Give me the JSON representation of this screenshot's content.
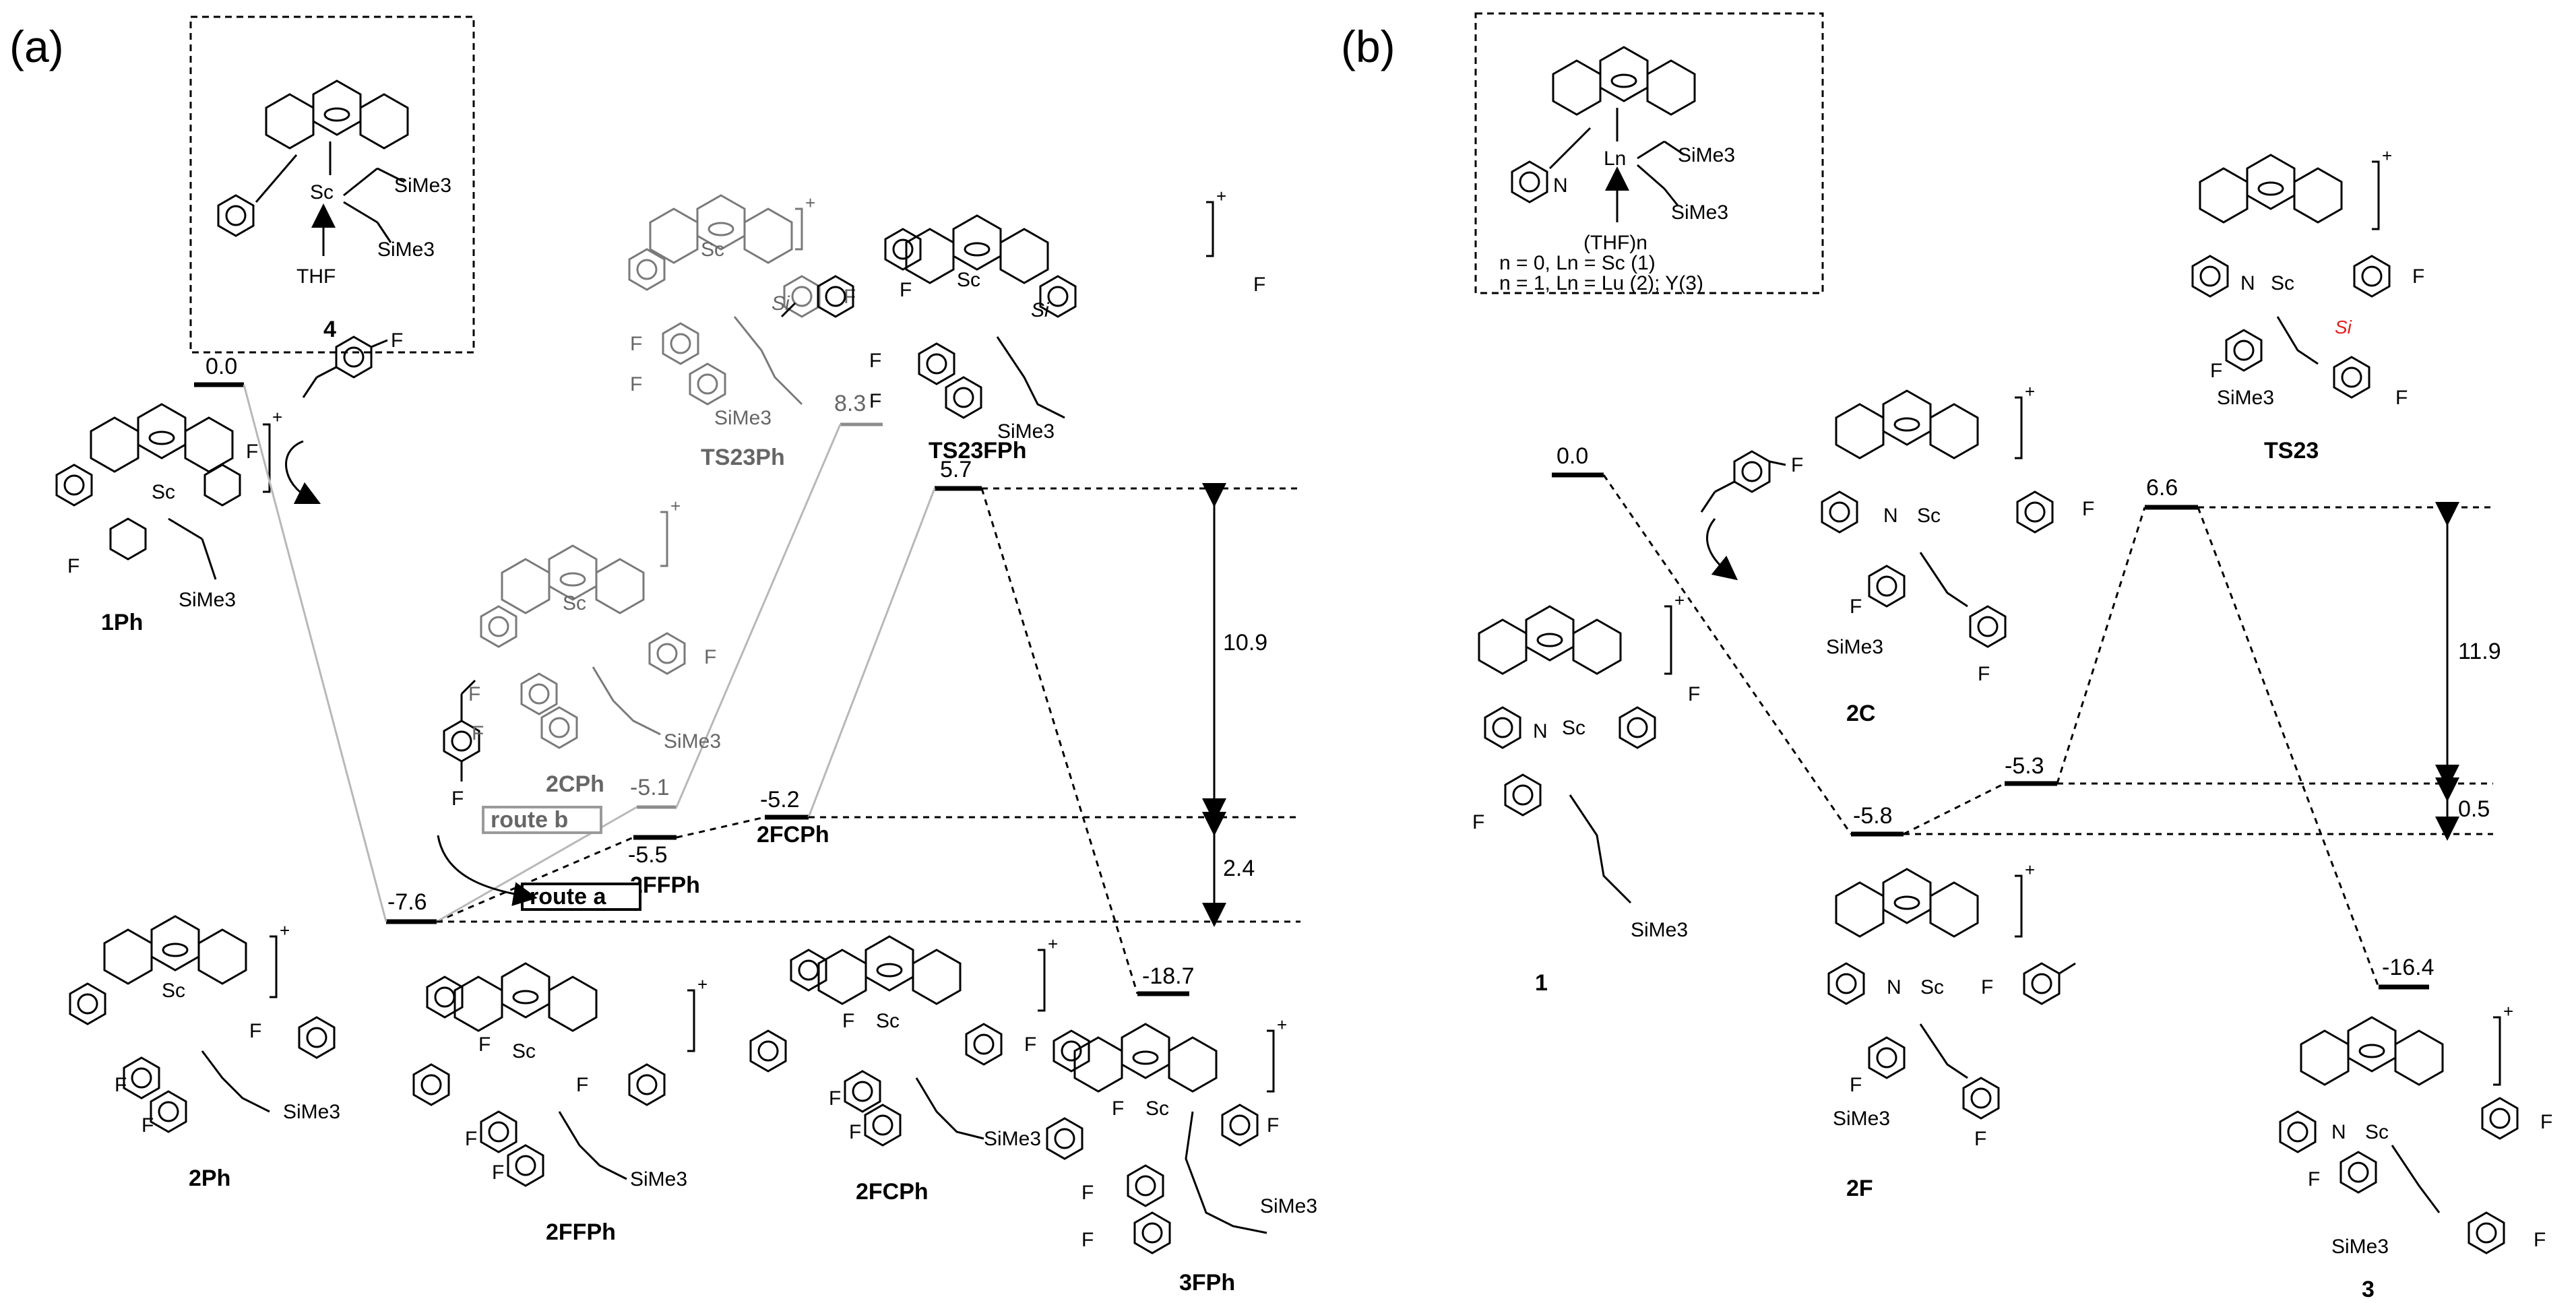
{
  "panels": {
    "a": {
      "tag": "(a)",
      "inset": {
        "label": "4",
        "atoms": [
          "Sc",
          "SiMe3",
          "SiMe3",
          "THF"
        ]
      },
      "levels": [
        {
          "id": "1Ph",
          "value": "0.0",
          "label": "1Ph"
        },
        {
          "id": "2Ph",
          "value": "-7.6",
          "label": "2Ph"
        },
        {
          "id": "2CPh",
          "value": "-5.1",
          "label": "2CPh"
        },
        {
          "id": "2FFPh",
          "value": "-5.5",
          "label": "2FFPh"
        },
        {
          "id": "2FCPh",
          "value": "-5.2",
          "label": "2FCPh"
        },
        {
          "id": "TS23Ph",
          "value": "8.3",
          "label": "TS23Ph"
        },
        {
          "id": "TS23FPh",
          "value": "5.7",
          "label": "TS23FPh"
        },
        {
          "id": "3FPh",
          "value": "-18.7",
          "label": "3FPh"
        }
      ],
      "routes": [
        "route b",
        "route a"
      ],
      "barriers": [
        "10.9",
        "2.4"
      ],
      "bottom_labels": [
        "2FFPh",
        "2FCPh",
        "3FPh"
      ],
      "atoms": [
        "F",
        "Si",
        "SiMe3"
      ]
    },
    "b": {
      "tag": "(b)",
      "inset": {
        "atoms": [
          "Ln",
          "N",
          "SiMe3",
          "SiMe3",
          "(THF)n"
        ],
        "line1": "n = 0, Ln = Sc (1)",
        "line2": "n = 1, Ln = Lu (2); Y(3)"
      },
      "levels": [
        {
          "id": "1",
          "value": "0.0",
          "label": "1"
        },
        {
          "id": "2F",
          "value": "-5.8",
          "label": "2F"
        },
        {
          "id": "2C",
          "value": "-5.3",
          "label": "2C"
        },
        {
          "id": "TS23",
          "value": "6.6",
          "label": "TS23"
        },
        {
          "id": "3",
          "value": "-16.4",
          "label": "3"
        }
      ],
      "barriers": [
        "11.9",
        "0.5"
      ],
      "si_label": "Si",
      "si_color": "#e02020"
    }
  },
  "colors": {
    "main": "#000000",
    "route_b": "#8c8c8c"
  },
  "icons": [
    "charge-bracket-plus-icon",
    "styrene-monomer-icon",
    "curved-arrow-icon",
    "double-arrow-icon"
  ]
}
